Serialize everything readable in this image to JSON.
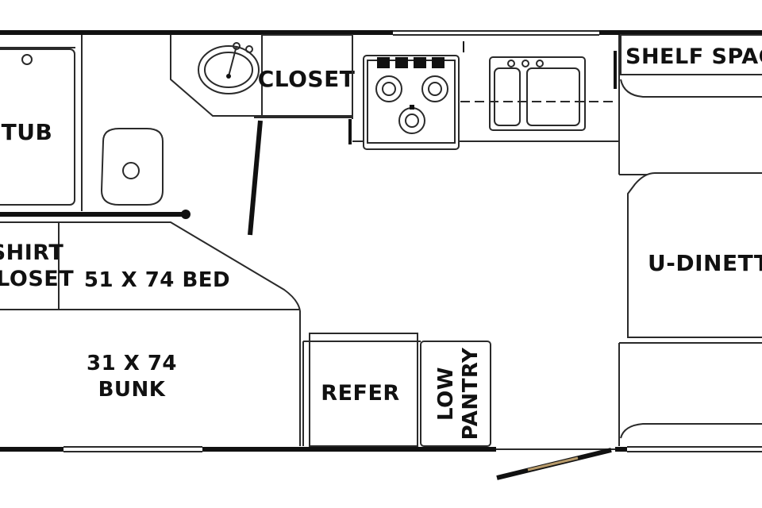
{
  "floorplan": {
    "labels": {
      "tub": "TUB",
      "closet": "CLOSET",
      "shelf_space": "SHELF SPACE",
      "shirt_closet_line1": "SHIRT",
      "shirt_closet_line2": "CLOSET",
      "bed": "51 X 74 BED",
      "bunk_line1": "31 X 74",
      "bunk_line2": "BUNK",
      "u_dinette": "U-DINETTE",
      "refer": "REFER",
      "low_pantry_line1": "LOW",
      "low_pantry_line2": "PANTRY"
    },
    "colors": {
      "ink": "#111111",
      "stroke": "#2a2a2a",
      "door_accent": "#b79a6a",
      "background": "#ffffff"
    }
  }
}
